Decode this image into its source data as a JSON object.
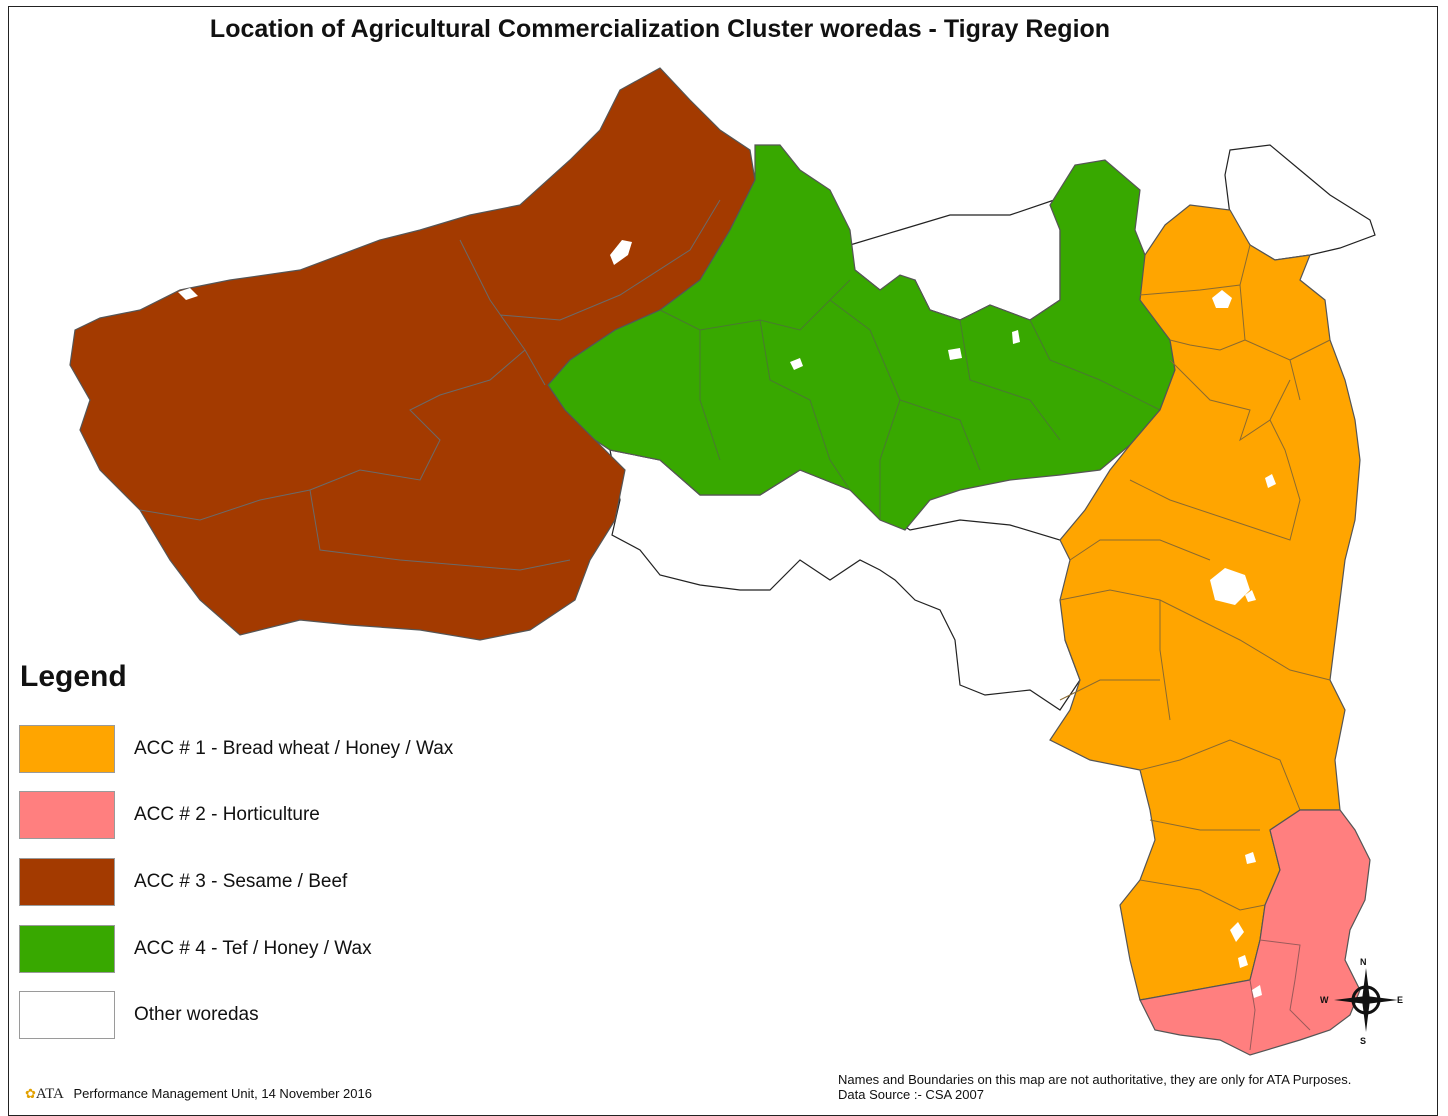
{
  "title": "Location of Agricultural Commercialization Cluster woredas - Tigray Region",
  "legend": {
    "title": "Legend",
    "items": [
      {
        "label": "ACC # 1 - Bread wheat / Honey / Wax",
        "color": "#FFA500"
      },
      {
        "label": "ACC # 2 - Horticulture",
        "color": "#FF7F7F"
      },
      {
        "label": "ACC # 3 - Sesame / Beef",
        "color": "#A33A00"
      },
      {
        "label": "ACC # 4 - Tef / Honey / Wax",
        "color": "#38A800"
      },
      {
        "label": "Other woredas",
        "color": "#FFFFFF"
      }
    ]
  },
  "footer": {
    "logo_text": "ATA",
    "unit_text": "Performance Management Unit, 14 November 2016",
    "disclaimer": "Names and Boundaries on this map are not authoritative, they are only for ATA Purposes.",
    "data_source": "Data Source :- CSA 2007"
  },
  "compass": {
    "n": "N",
    "s": "S",
    "e": "E",
    "w": "W"
  },
  "colors": {
    "boundary": "#555555",
    "other_boundary": "#222222"
  }
}
